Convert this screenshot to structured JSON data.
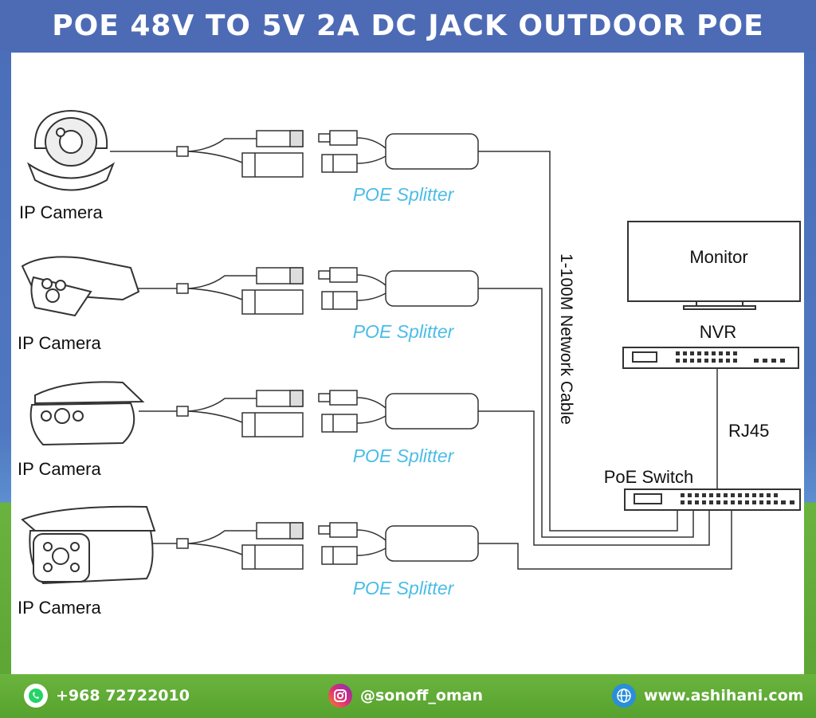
{
  "header": {
    "title": "POE 48V TO 5V 2A DC JACK OUTDOOR POE"
  },
  "diagram": {
    "cameras": [
      {
        "label": "IP Camera",
        "splitter": "POE Splitter"
      },
      {
        "label": "IP Camera",
        "splitter": "POE Splitter"
      },
      {
        "label": "IP Camera",
        "splitter": "POE Splitter"
      },
      {
        "label": "IP Camera",
        "splitter": "POE Splitter"
      }
    ],
    "cable_label": "1-100M Network Cable",
    "monitor_label": "Monitor",
    "nvr_label": "NVR",
    "rj45_label": "RJ45",
    "switch_label": "PoE Switch",
    "colors": {
      "splitter_text": "#4bbde6",
      "line": "#333333"
    }
  },
  "footer": {
    "phone": "+968 72722010",
    "instagram": "@sonoff_oman",
    "website": "www.ashihani.com",
    "icons": [
      "whatsapp-icon",
      "instagram-icon",
      "globe-icon"
    ]
  }
}
